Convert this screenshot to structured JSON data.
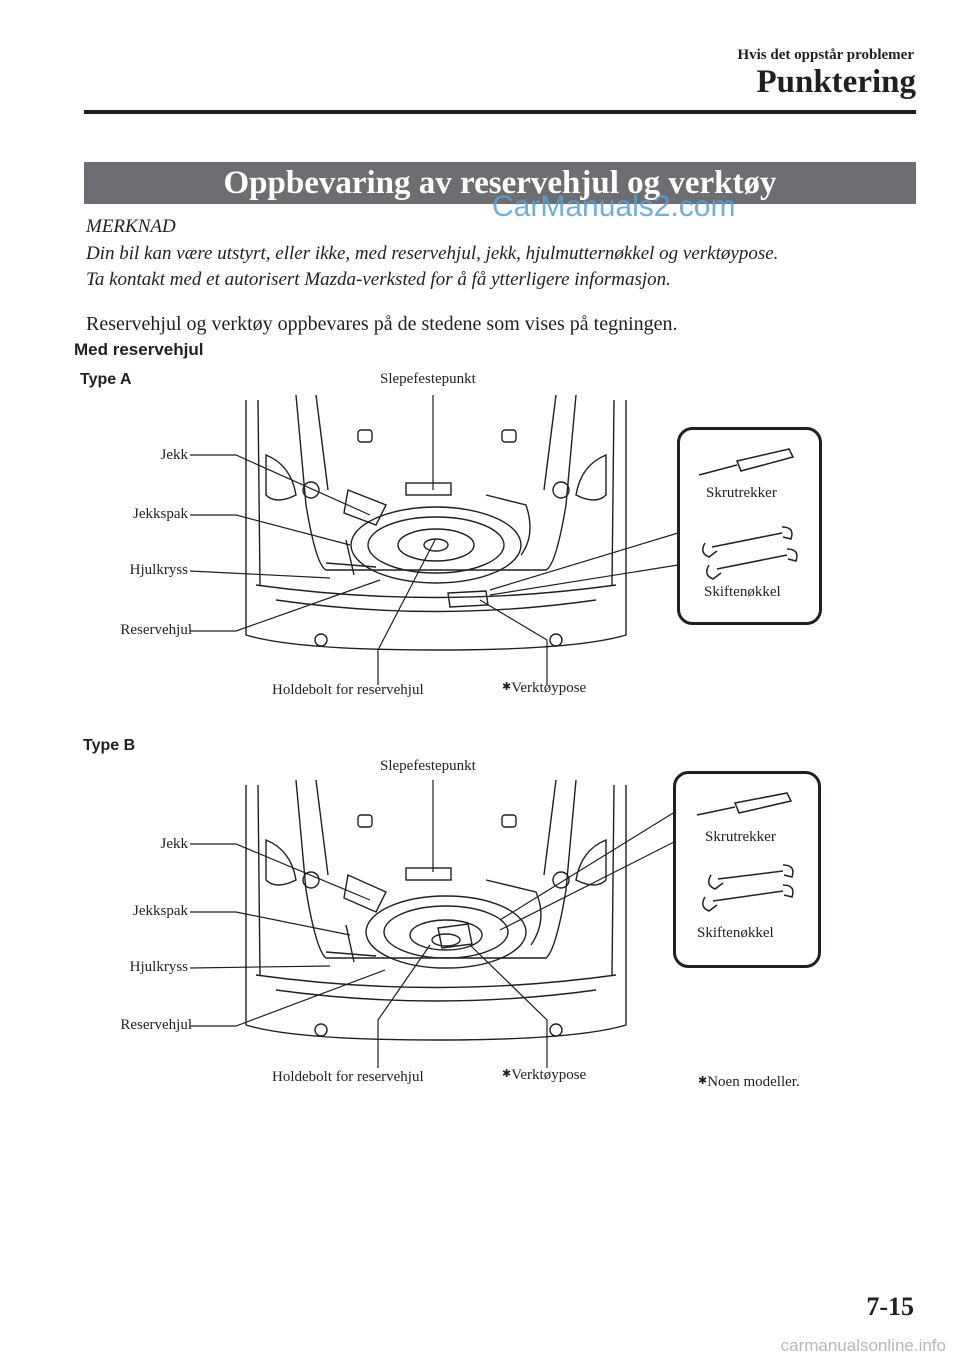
{
  "header": {
    "subtitle": "Hvis det oppstår problemer",
    "title": "Punktering"
  },
  "section_title": "Oppbevaring av reservehjul og verktøy",
  "watermark": "CarManuals2.com",
  "note": {
    "label": "MERKNAD",
    "line1": "Din bil kan være utstyrt, eller ikke, med reservehjul, jekk, hjulmutternøkkel og verktøypose.",
    "line2": "Ta kontakt med et autorisert Mazda-verksted for å få ytterligere informasjon."
  },
  "body_text": "Reservehjul og verktøy oppbevares på de stedene som vises på tegningen.",
  "with_spare_label": "Med reservehjul",
  "diagram_a": {
    "type_label": "Type A",
    "tow_point": "Slepefestepunkt",
    "jack": "Jekk",
    "jack_lever": "Jekkspak",
    "lug_wrench": "Hjulkryss",
    "spare_wheel": "Reservehjul",
    "spare_bolt": "Holdebolt for reservehjul",
    "tool_bag": "Verktøypose",
    "screwdriver": "Skrutrekker",
    "wrench": "Skiftenøkkel"
  },
  "diagram_b": {
    "type_label": "Type B",
    "tow_point": "Slepefestepunkt",
    "jack": "Jekk",
    "jack_lever": "Jekkspak",
    "lug_wrench": "Hjulkryss",
    "spare_wheel": "Reservehjul",
    "spare_bolt": "Holdebolt for reservehjul",
    "tool_bag": "Verktøypose",
    "screwdriver": "Skrutrekker",
    "wrench": "Skiftenøkkel"
  },
  "footnote": "Noen modeller.",
  "footnote_symbol": "✱",
  "page_number": "7-15",
  "footer_site": "carmanualsonline.info"
}
